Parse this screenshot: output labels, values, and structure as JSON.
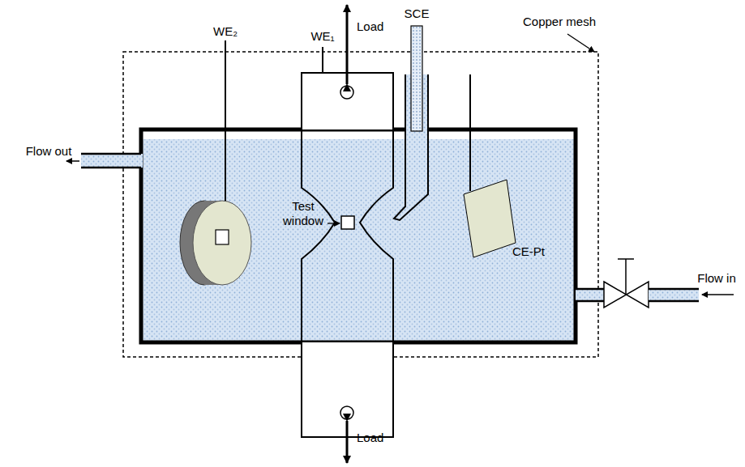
{
  "diagram": {
    "labels": [
      "Flow out",
      "WE₂",
      "WE₁",
      "Load",
      "SCE",
      "Copper mesh",
      "Test window",
      "CE-Pt",
      "Flow in",
      "Load"
    ]
  }
}
